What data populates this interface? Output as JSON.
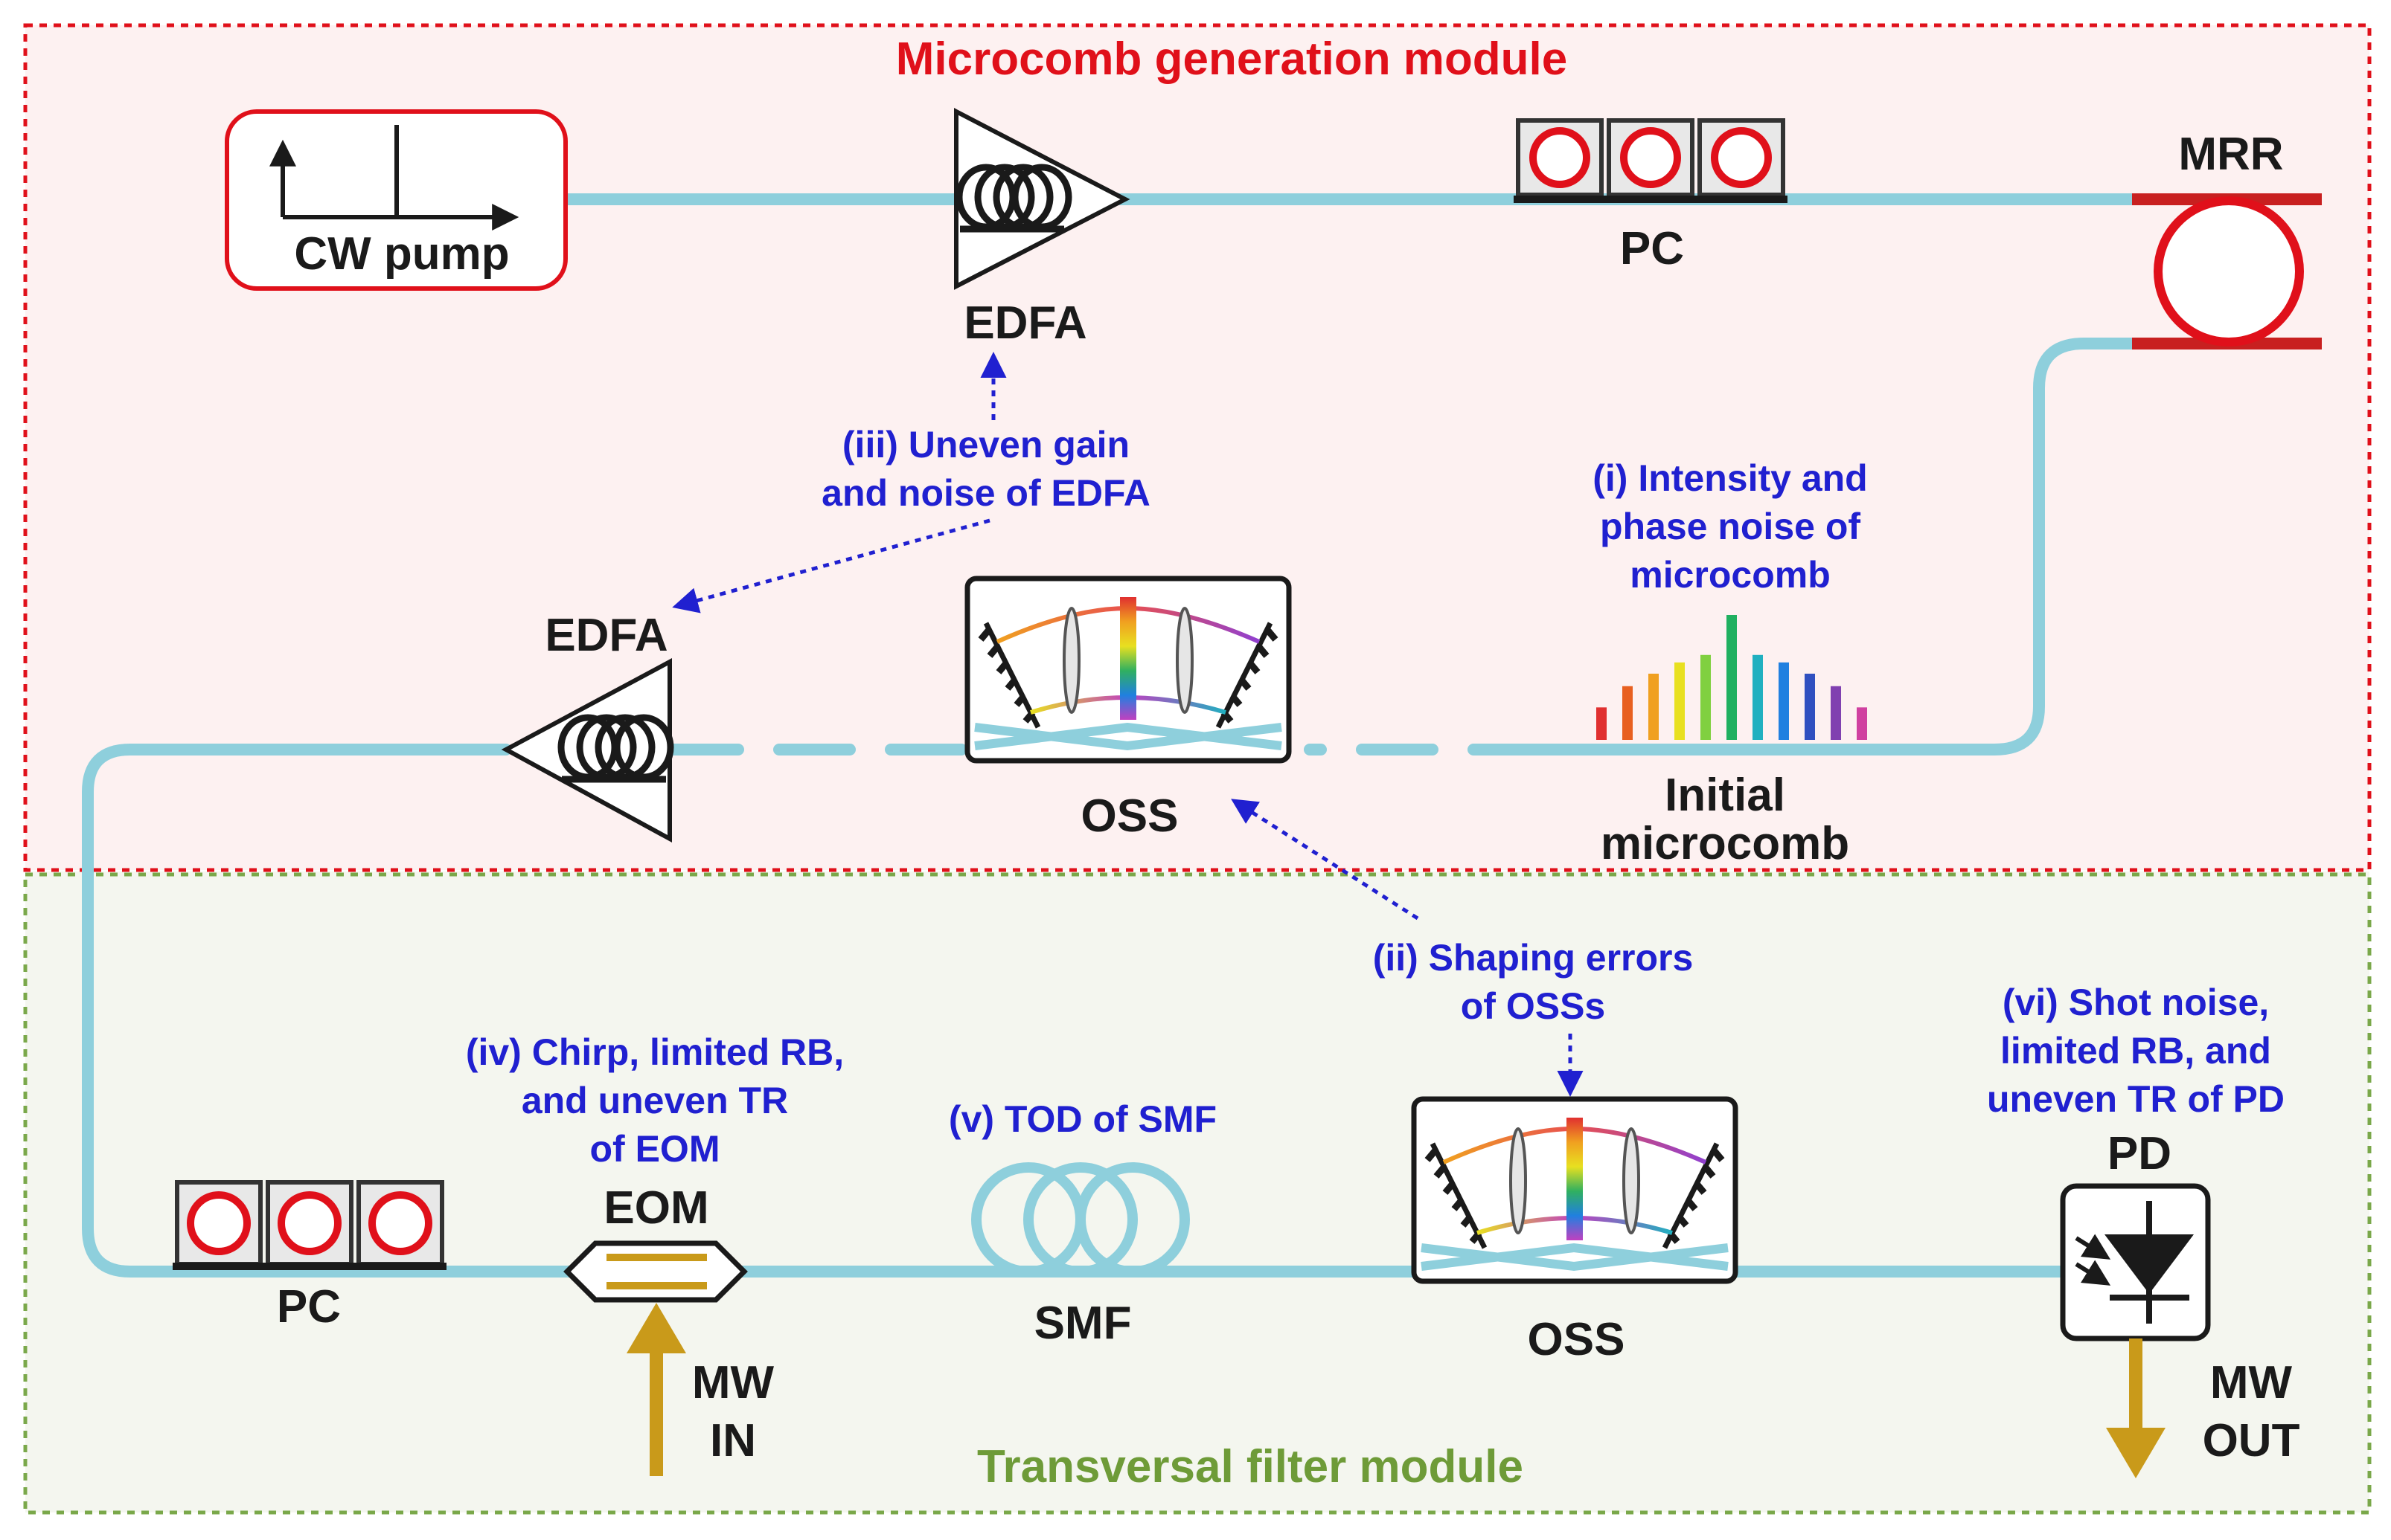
{
  "modules": {
    "top_title": "Microcomb generation module",
    "bottom_title": "Transversal filter module"
  },
  "components": {
    "cw_pump": "CW pump",
    "edfa_top": "EDFA",
    "pc_top": "PC",
    "mrr": "MRR",
    "edfa_mid": "EDFA",
    "oss_top": "OSS",
    "initial_microcomb_1": "Initial",
    "initial_microcomb_2": "microcomb",
    "pc_bottom": "PC",
    "eom": "EOM",
    "smf": "SMF",
    "oss_bottom": "OSS",
    "pd": "PD",
    "mw_in_1": "MW",
    "mw_in_2": "IN",
    "mw_out_1": "MW",
    "mw_out_2": "OUT"
  },
  "annotations": {
    "i": [
      "(i) Intensity and",
      "phase noise of",
      "microcomb"
    ],
    "ii": [
      "(ii) Shaping errors",
      "of OSSs"
    ],
    "iii": [
      "(iii) Uneven gain",
      "and noise of EDFA"
    ],
    "iv": [
      "(iv) Chirp, limited RB,",
      "and uneven TR",
      "of EOM"
    ],
    "v": [
      "(v) TOD of SMF"
    ],
    "vi": [
      "(vi) Shot noise,",
      "limited RB, and",
      "uneven TR of PD"
    ]
  },
  "colors": {
    "fiber": "#8ecfdc",
    "red_box": "#e0101a",
    "green_box": "#7aa84a",
    "annotation": "#2020d0",
    "microwave": "#c99a1a",
    "top_bg": "#fdf1f1",
    "bottom_bg": "#f4f6ef"
  },
  "comb_lines": {
    "relative_heights": [
      0.26,
      0.43,
      0.53,
      0.62,
      0.68,
      1.0,
      0.68,
      0.62,
      0.53,
      0.43,
      0.26
    ],
    "colors": [
      "#e03030",
      "#e86020",
      "#f0a020",
      "#e8e020",
      "#80d040",
      "#20b060",
      "#20b0c0",
      "#2080e0",
      "#3050c0",
      "#8040b0",
      "#d040a0"
    ]
  }
}
